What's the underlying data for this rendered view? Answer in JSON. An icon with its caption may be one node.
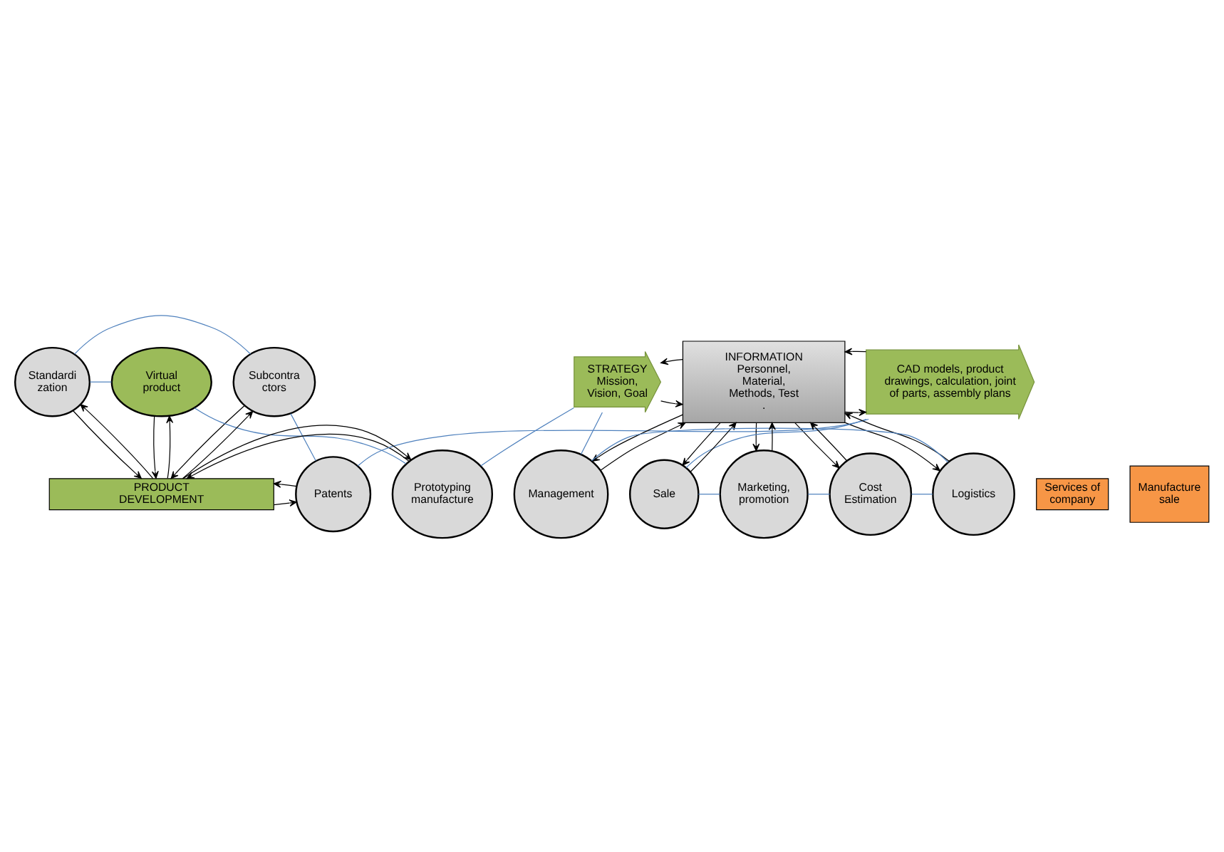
{
  "diagram": {
    "nodes": [
      {
        "text": [
          "Standardi zation"
        ]
      },
      {
        "text": [
          "Virtual product"
        ]
      },
      {
        "text": [
          "Subcontra ctors"
        ]
      },
      {
        "text": [
          "Prototyping manufacture"
        ]
      },
      {
        "text": [
          "Patents"
        ]
      },
      {
        "text": [
          "Services of company"
        ]
      },
      {
        "text": [
          "Manufacture sale"
        ]
      },
      {
        "text": [
          "PRODUCT DEVELOPMENT"
        ]
      },
      {
        "text": [
          "STRATEGY",
          "Mission, Vision, Goal"
        ]
      },
      {
        "text": [
          "INFORMATION",
          "Personnel, Material, Methods, Test",
          "."
        ]
      },
      {
        "text": [
          "CAD models, product drawings, calculation, joint of parts, assembly plans"
        ]
      },
      {
        "text": [
          "Management"
        ]
      },
      {
        "text": [
          "Sale"
        ]
      },
      {
        "text": [
          "Logistics"
        ]
      },
      {
        "text": [
          "Cost Estimation"
        ]
      },
      {
        "text": [
          "Marketing, promotion"
        ]
      }
    ],
    "edges": [
      {
        "from": 0,
        "to": 7,
        "arrow": "to"
      },
      {
        "from": 7,
        "to": 0,
        "arrow": "to"
      },
      {
        "from": 1,
        "to": 7,
        "arrow": "to"
      },
      {
        "from": 7,
        "to": 1,
        "arrow": "to"
      },
      {
        "from": 7,
        "to": 2,
        "arrow": "to"
      },
      {
        "from": 2,
        "to": 7,
        "arrow": "to"
      },
      {
        "from": 3,
        "to": 7,
        "arrow": "to"
      },
      {
        "from": 7,
        "to": 3,
        "arrow": "to"
      },
      {
        "from": 7,
        "to": 4,
        "arrow": "to"
      },
      {
        "from": 4,
        "to": 7,
        "arrow": "to"
      },
      {
        "from": 8,
        "to": 9,
        "arrow": "to"
      },
      {
        "from": 9,
        "to": 8,
        "arrow": "to"
      },
      {
        "from": 9,
        "to": 10,
        "arrow": "to"
      },
      {
        "from": 10,
        "to": 9,
        "arrow": "to"
      },
      {
        "from": 11,
        "to": 9,
        "arrow": "to"
      },
      {
        "from": 9,
        "to": 11,
        "arrow": "to"
      },
      {
        "from": 9,
        "to": 12,
        "arrow": "to"
      },
      {
        "from": 12,
        "to": 9,
        "arrow": "to"
      },
      {
        "from": 13,
        "to": 9,
        "arrow": "to"
      },
      {
        "from": 9,
        "to": 13,
        "arrow": "to"
      },
      {
        "from": 9,
        "to": 14,
        "arrow": "to"
      },
      {
        "from": 14,
        "to": 9,
        "arrow": "to"
      },
      {
        "from": 9,
        "to": 15,
        "arrow": "to"
      },
      {
        "from": 15,
        "to": 9,
        "arrow": "to"
      },
      {
        "from": 3,
        "to": 1,
        "arrow": "none",
        "color": "#4f81bd"
      },
      {
        "from": 1,
        "to": 0,
        "arrow": "none",
        "color": "#4f81bd"
      },
      {
        "from": 0,
        "to": 2,
        "arrow": "none",
        "color": "#4f81bd"
      },
      {
        "from": 2,
        "to": 4,
        "arrow": "none",
        "color": "#4f81bd"
      },
      {
        "from": 4,
        "to": 10,
        "arrow": "none",
        "color": "#4f81bd"
      },
      {
        "from": 10,
        "to": 12,
        "arrow": "none",
        "color": "#4f81bd"
      },
      {
        "from": 12,
        "to": 15,
        "arrow": "none",
        "color": "#4f81bd"
      },
      {
        "from": 15,
        "to": 14,
        "arrow": "none",
        "color": "#4f81bd"
      },
      {
        "from": 14,
        "to": 13,
        "arrow": "none",
        "color": "#4f81bd"
      },
      {
        "from": 13,
        "to": 11,
        "arrow": "none",
        "color": "#4f81bd"
      },
      {
        "from": 11,
        "to": 8,
        "arrow": "none",
        "color": "#4f81bd"
      },
      {
        "from": 8,
        "to": 3,
        "arrow": "none",
        "color": "#4f81bd"
      }
    ]
  }
}
